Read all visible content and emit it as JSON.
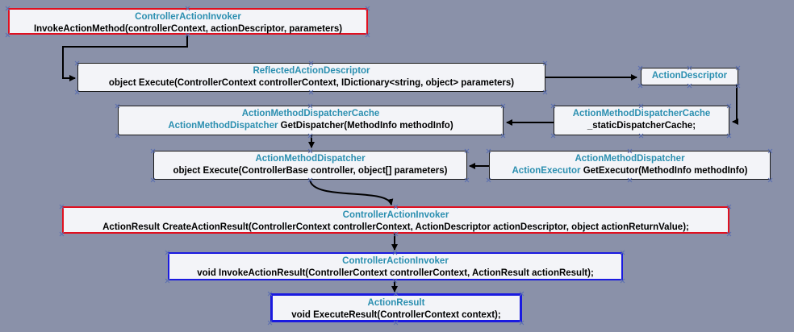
{
  "nodes": {
    "invoker_top": {
      "title": "ControllerActionInvoker",
      "sig": "InvokeActionMethod(controllerContext, actionDescriptor, parameters)"
    },
    "reflected": {
      "title": "ReflectedActionDescriptor",
      "sig": "object Execute(ControllerContext controllerContext, IDictionary<string, object> parameters)"
    },
    "action_descriptor": {
      "title": "ActionDescriptor"
    },
    "cache_static": {
      "title": "ActionMethodDispatcherCache",
      "sig": "_staticDispatcherCache;"
    },
    "cache_get": {
      "title": "ActionMethodDispatcherCache",
      "type": "ActionMethodDispatcher",
      "sig": "GetDispatcher(MethodInfo methodInfo)"
    },
    "dispatcher_get": {
      "title": "ActionMethodDispatcher",
      "type": "ActionExecutor",
      "sig": "GetExecutor(MethodInfo methodInfo)"
    },
    "dispatcher_exec": {
      "title": "ActionMethodDispatcher",
      "sig": "object Execute(ControllerBase controller, object[] parameters)"
    },
    "create_result": {
      "title": "ControllerActionInvoker",
      "sig": "ActionResult CreateActionResult(ControllerContext controllerContext, ActionDescriptor actionDescriptor, object actionReturnValue);"
    },
    "invoke_result": {
      "title": "ControllerActionInvoker",
      "sig": "void InvokeActionResult(ControllerContext controllerContext, ActionResult actionResult);"
    },
    "execute_result": {
      "title": "ActionResult",
      "sig": "void ExecuteResult(ControllerContext context);"
    }
  },
  "colors": {
    "background": "#8a91a9",
    "node_fill": "#f3f4f8",
    "title_text": "#2b8fb0",
    "red_border": "#e01020",
    "blue_border": "#1a1ae0",
    "connector": "#000000"
  }
}
